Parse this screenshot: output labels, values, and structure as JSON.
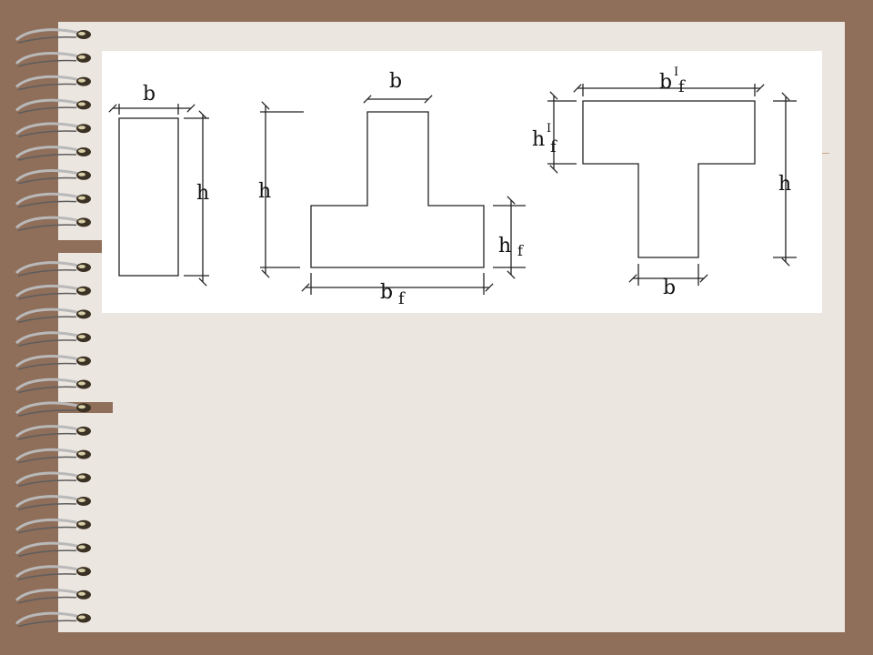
{
  "colors": {
    "background": "#8f6e5a",
    "page": "#ece6e1",
    "panel": "#ffffff",
    "line": "#222222"
  },
  "binding": {
    "ring_count_top": 9,
    "ring_count_bottom": 16
  },
  "diagram": {
    "rectangular": {
      "width_label": "b",
      "height_label": "h"
    },
    "inverted_t": {
      "web_width_label": "b",
      "height_label": "h",
      "flange_thickness_main": "h",
      "flange_thickness_sub": "f",
      "flange_width_main": "b",
      "flange_width_sub": "f"
    },
    "t_section": {
      "flange_width_main": "b",
      "flange_width_prime": "I",
      "flange_width_sub": "f",
      "flange_thickness_main": "h",
      "flange_thickness_prime": "I",
      "flange_thickness_sub": "f",
      "height_label": "h",
      "web_width_label": "b"
    }
  }
}
